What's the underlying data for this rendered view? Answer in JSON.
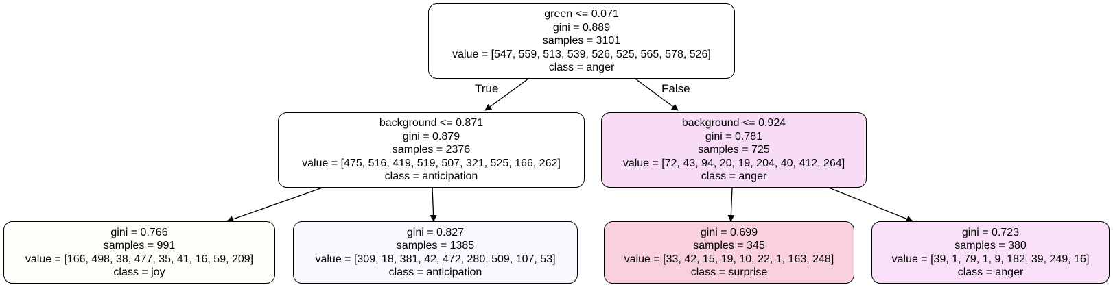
{
  "tree": {
    "nodes": [
      {
        "id": "root",
        "fill": "#ffffff",
        "lines": [
          "green <= 0.071",
          "gini = 0.889",
          "samples = 3101",
          "value = [547, 559, 513, 539, 526, 525, 565, 578, 526]",
          "class = anger"
        ]
      },
      {
        "id": "left",
        "fill": "#ffffff",
        "lines": [
          "background <= 0.871",
          "gini = 0.879",
          "samples = 2376",
          "value = [475, 516, 419, 519, 507, 321, 525, 166, 262]",
          "class = anticipation"
        ]
      },
      {
        "id": "right",
        "fill": "#f8dcf6",
        "lines": [
          "background <= 0.924",
          "gini = 0.781",
          "samples = 725",
          "value = [72, 43, 94, 20, 19, 204, 40, 412, 264]",
          "class = anger"
        ]
      },
      {
        "id": "ll",
        "fill": "#fcfef7",
        "lines": [
          "gini = 0.766",
          "samples = 991",
          "value = [166, 498, 38, 477, 35, 41, 16, 59, 209]",
          "class = joy"
        ]
      },
      {
        "id": "lr",
        "fill": "#faf8fe",
        "lines": [
          "gini = 0.827",
          "samples = 1385",
          "value = [309, 18, 381, 42, 472, 280, 509, 107, 53]",
          "class = anticipation"
        ]
      },
      {
        "id": "rl",
        "fill": "#f8d1dc",
        "lines": [
          "gini = 0.699",
          "samples = 345",
          "value = [33, 42, 15, 19, 10, 22, 1, 163, 248]",
          "class = surprise"
        ]
      },
      {
        "id": "rr",
        "fill": "#f9dff8",
        "lines": [
          "gini = 0.723",
          "samples = 380",
          "value = [39, 1, 79, 1, 9, 182, 39, 249, 16]",
          "class = anger"
        ]
      }
    ],
    "edge_labels": {
      "true": "True",
      "false": "False"
    }
  }
}
